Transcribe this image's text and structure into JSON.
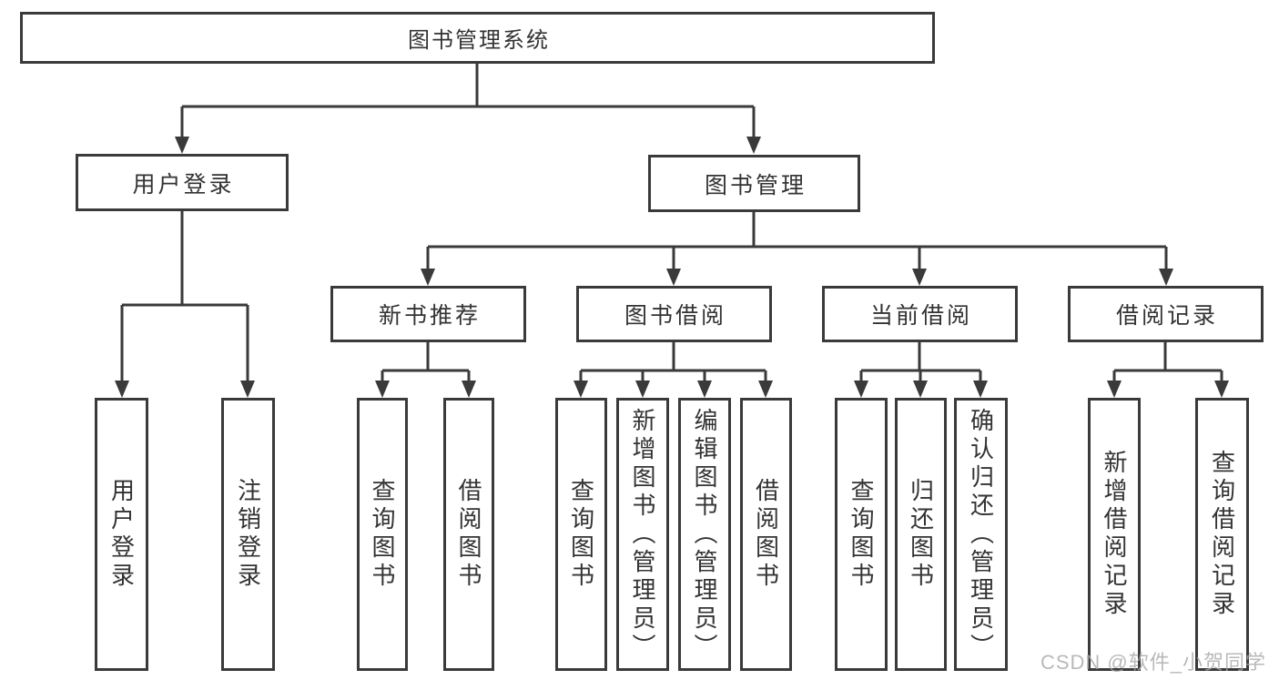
{
  "root": {
    "label": "图书管理系统"
  },
  "level2": [
    {
      "label": "用户登录"
    },
    {
      "label": "图书管理"
    }
  ],
  "level3": [
    {
      "label": "新书推荐"
    },
    {
      "label": "图书借阅"
    },
    {
      "label": "当前借阅"
    },
    {
      "label": "借阅记录"
    }
  ],
  "leaves": [
    {
      "label": "用户登录"
    },
    {
      "label": "注销登录"
    },
    {
      "label": "查询图书"
    },
    {
      "label": "借阅图书"
    },
    {
      "label": "查询图书"
    },
    {
      "label": "新增图书（管理员）"
    },
    {
      "label": "编辑图书（管理员）"
    },
    {
      "label": "借阅图书"
    },
    {
      "label": "查询图书"
    },
    {
      "label": "归还图书"
    },
    {
      "label": "确认归还（管理员）"
    },
    {
      "label": "新增借阅记录"
    },
    {
      "label": "查询借阅记录"
    }
  ],
  "watermark": {
    "label": "CSDN @软件_小贺同学"
  },
  "colors": {
    "line": "#3a3a3a",
    "text": "#333333",
    "background": "#ffffff",
    "watermark_text": "#a8a8a8"
  }
}
